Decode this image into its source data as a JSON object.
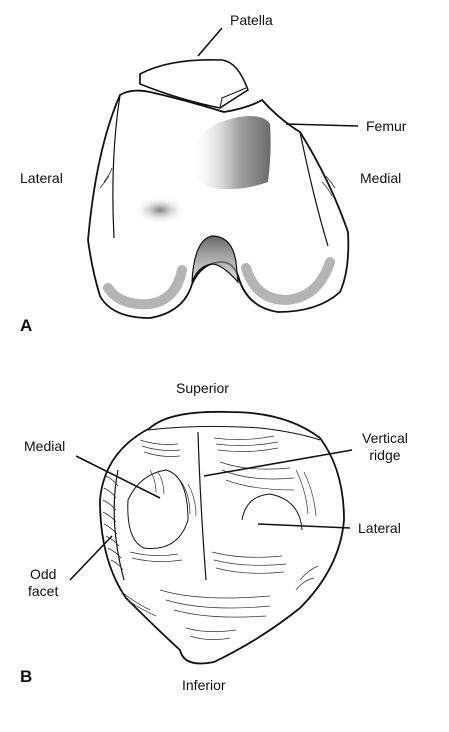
{
  "panel_a": {
    "letter": "A",
    "labels": {
      "patella": "Patella",
      "femur": "Femur",
      "lateral": "Lateral",
      "medial": "Medial"
    }
  },
  "panel_b": {
    "letter": "B",
    "labels": {
      "superior": "Superior",
      "medial": "Medial",
      "vertical_ridge": "Vertical\nridge",
      "lateral": "Lateral",
      "odd_facet": "Odd\nfacet",
      "inferior": "Inferior"
    }
  },
  "colors": {
    "ink": "#111111",
    "shade": "#888888",
    "paper": "#ffffff"
  }
}
